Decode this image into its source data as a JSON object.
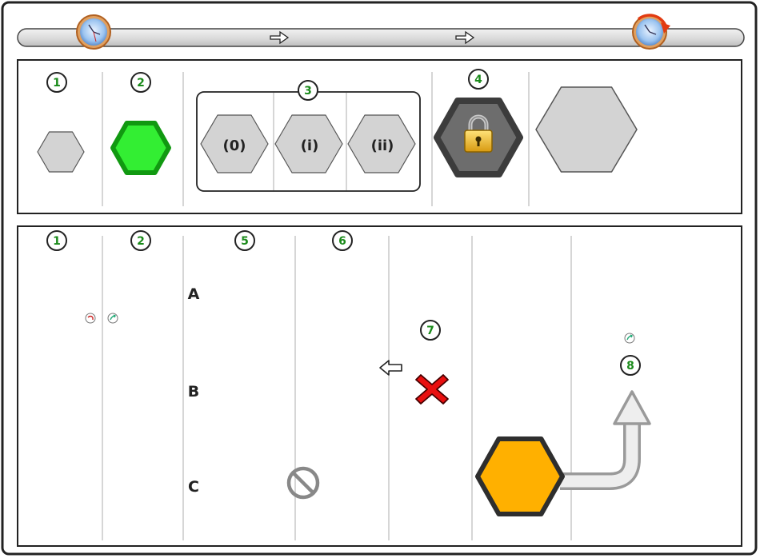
{
  "colors": {
    "gray_fill": "#d3d3d3",
    "gray_stroke": "#555555",
    "green_fill": "#33ee33",
    "green_stroke": "#119911",
    "orange_fill": "#ffb000",
    "dark_stroke": "#2e2e2e",
    "blue_fill": "#6aa3f5",
    "blue_stroke": "#0a16e0",
    "yellow_fill": "#ffff00",
    "red_fill": "#ff0000",
    "red_stroke": "#a00000",
    "lock_fill": "#6d6d6d",
    "badge_fill": "#ffffff",
    "badge_text": "#1a8a1a"
  },
  "timeline": {
    "start_icon": "clock-icon",
    "end_icon": "clock-refresh-icon",
    "arrow_icon": "right-arrow-icon"
  },
  "top_panel": {
    "badges": [
      "1",
      "2",
      "3",
      "4"
    ],
    "group_labels": [
      "(0)",
      "(i)",
      "(ii)"
    ],
    "lock_icon": "padlock-icon"
  },
  "bottom_panel": {
    "badges": [
      "1",
      "2",
      "5",
      "6",
      "7",
      "8"
    ],
    "row_labels": [
      "A",
      "B",
      "C"
    ],
    "icons": [
      "no-entry-icon",
      "x-mark-icon",
      "left-arrow-icon",
      "curved-up-arrow-icon",
      "small-arrow-icon"
    ]
  }
}
